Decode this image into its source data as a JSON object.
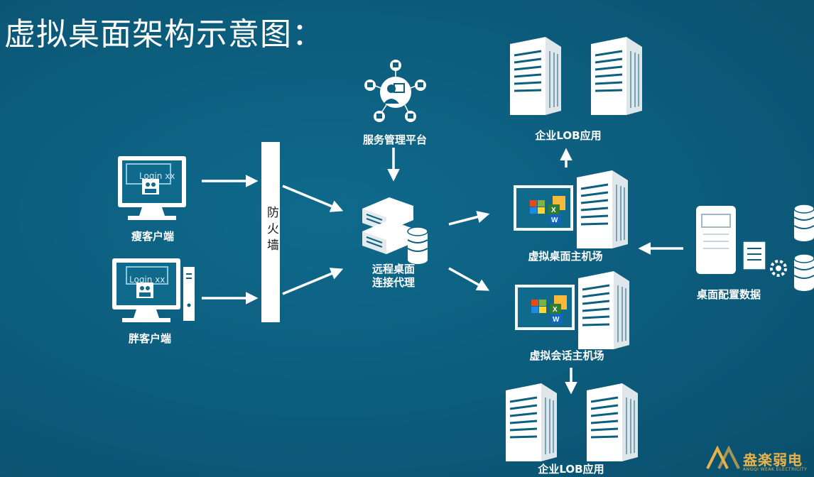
{
  "title": "虚拟桌面架构示意图：",
  "nodes": {
    "thin_client": "瘦客户端",
    "fat_client": "胖客户端",
    "firewall": "防火墙",
    "service_platform": "服务管理平台",
    "connection_broker": "远程桌面\n连接代理",
    "lob_top": "企业LOB应用",
    "vdi_host": "虚拟桌面主机场",
    "session_host": "虚拟会话主机场",
    "lob_bottom": "企业LOB应用",
    "config_data": "桌面配置数据"
  },
  "screen_text": "Login xx",
  "logo": {
    "name": "盎楽弱电",
    "sub": "ANGQI WEAK ELECTRICITY"
  },
  "colors": {
    "background": "#0d5f80",
    "foreground": "#ffffff",
    "logo": "#e8b24a"
  }
}
